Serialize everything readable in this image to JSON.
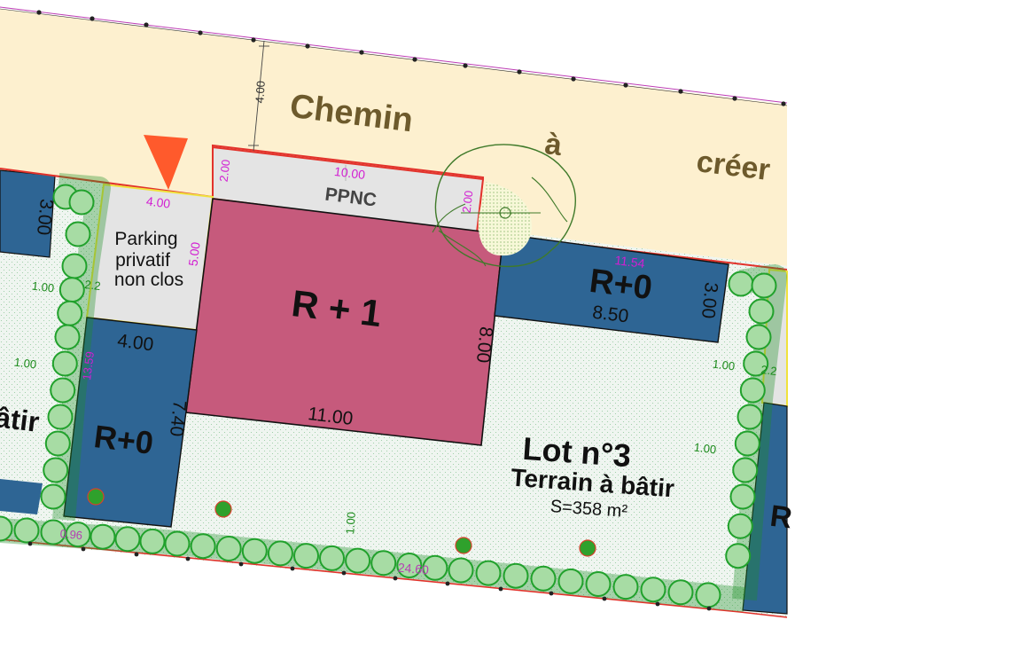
{
  "road": {
    "word1": "Chemin",
    "word2": "à",
    "word3": "créer",
    "offset_dim": "4.00"
  },
  "ppnc": {
    "label": "PPNC",
    "width_dim": "10.00",
    "left_dim": "2.00",
    "right_dim": "2.00"
  },
  "parking": {
    "line1": "Parking",
    "line2": "privatif",
    "line3": "non clos",
    "width_dim": "4.00",
    "depth_dim": "5.00"
  },
  "house": {
    "label": "R + 1",
    "width_dim": "11.00",
    "depth_dim": "8.00"
  },
  "annex_left": {
    "label": "R+0",
    "width_dim": "4.00",
    "depth_dim": "7.40"
  },
  "annex_right": {
    "label": "R+0",
    "width_dim": "8.50",
    "depth_dim": "3.00",
    "top_dim": "11.54"
  },
  "left_lot": {
    "label_partial": "âtir",
    "depth_dim": "3.00",
    "side_dim_1": "1.00",
    "side_dim_1b": "2.2",
    "side_dim_2": "1.00"
  },
  "lot": {
    "title": "Lot n°3",
    "subtitle": "Terrain à bâtir",
    "area": "S=358 m²"
  },
  "dims": {
    "left_side": "13.59",
    "bottom_edge": "24.60",
    "bottom_left": "0.96",
    "setback_bottom": "1.00",
    "setback_right_top": "1.00",
    "setback_right_top_b": "2.2",
    "setback_right": "1.00"
  },
  "right_neighbor": {
    "label_partial": "R"
  },
  "colors": {
    "road": "#fdf0cf",
    "lot_fill": "#eef4ef",
    "building_primary": "#c65a7c",
    "building_annex": "#2e6594",
    "parking": "#e4e4e4",
    "hedge": "#21a12c",
    "hedge_fill": "#a7dca4",
    "dim_magenta": "#d21fd2",
    "dim_green": "#1a8a1a",
    "arrow": "#ff5a2c",
    "road_text": "#6d5a2c"
  }
}
